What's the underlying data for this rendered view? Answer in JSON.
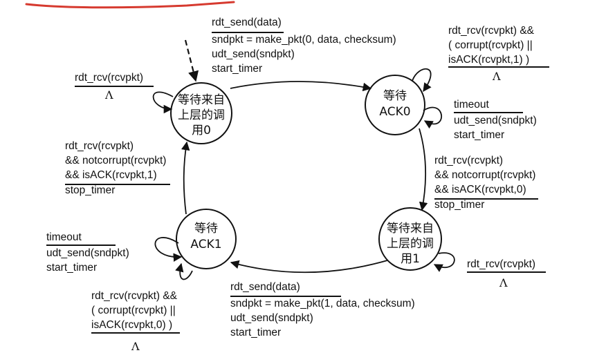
{
  "colors": {
    "ink": "#111111",
    "accent_scribble": "#d63a2f"
  },
  "states": {
    "wait_call_0": [
      "等待来自",
      "上层的调",
      "用0"
    ],
    "wait_ack_0": [
      "等待",
      "ACK0"
    ],
    "wait_call_1": [
      "等待来自",
      "上层的调",
      "用1"
    ],
    "wait_ack_1": [
      "等待",
      "ACK1"
    ]
  },
  "transitions": {
    "send0": {
      "event": "rdt_send(data)",
      "actions": [
        "sndpkt = make_pkt(0, data, checksum)",
        "udt_send(sndpkt)",
        "start_timer"
      ]
    },
    "ack0_self_corrupt": {
      "event": [
        "rdt_rcv(rcvpkt) &&",
        "( corrupt(rcvpkt) ||",
        "isACK(rcvpkt,1) )"
      ],
      "action": "Λ"
    },
    "ack0_timeout": {
      "event": "timeout",
      "actions": [
        "udt_send(sndpkt)",
        "start_timer"
      ]
    },
    "ack0_ok": {
      "event": [
        "rdt_rcv(rcvpkt)",
        "&& notcorrupt(rcvpkt)",
        "&& isACK(rcvpkt,0)"
      ],
      "action": "stop_timer"
    },
    "wait1_self": {
      "event": "rdt_rcv(rcvpkt)",
      "action": "Λ"
    },
    "send1": {
      "event": "rdt_send(data)",
      "actions": [
        "sndpkt = make_pkt(1, data, checksum)",
        "udt_send(sndpkt)",
        "start_timer"
      ]
    },
    "ack1_self_corrupt": {
      "event": [
        "rdt_rcv(rcvpkt) &&",
        "( corrupt(rcvpkt) ||",
        "isACK(rcvpkt,0) )"
      ],
      "action": "Λ"
    },
    "ack1_timeout": {
      "event": "timeout",
      "actions": [
        "udt_send(sndpkt)",
        "start_timer"
      ]
    },
    "ack1_ok": {
      "event": [
        "rdt_rcv(rcvpkt)",
        "&& notcorrupt(rcvpkt)",
        "&& isACK(rcvpkt,1)"
      ],
      "action": "stop_timer"
    },
    "wait0_self": {
      "event": "rdt_rcv(rcvpkt)",
      "action": "Λ"
    }
  }
}
